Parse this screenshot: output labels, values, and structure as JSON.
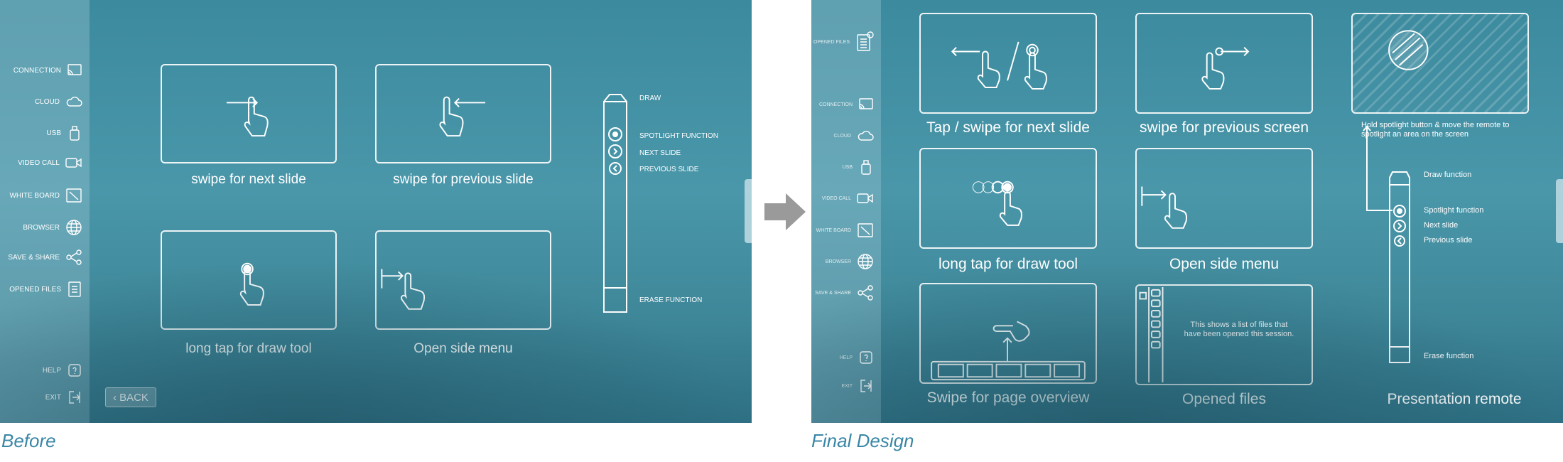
{
  "before": {
    "label": "Before",
    "sidebar": [
      "CONNECTION",
      "CLOUD",
      "USB",
      "VIDEO CALL",
      "WHITE BOARD",
      "BROWSER",
      "SAVE & SHARE",
      "OPENED FILES"
    ],
    "sidebar_bottom": [
      "HELP",
      "EXIT"
    ],
    "cards": [
      "swipe for next slide",
      "swipe for previous slide",
      "long tap for draw tool",
      "Open side menu"
    ],
    "remote_labels": [
      "DRAW",
      "SPOTLIGHT FUNCTION",
      "NEXT SLIDE",
      "PREVIOUS SLIDE",
      "ERASE FUNCTION"
    ],
    "back_label": "BACK"
  },
  "final": {
    "label": "Final Design",
    "sidebar": [
      "OPENED FILES",
      "CONNECTION",
      "CLOUD",
      "USB",
      "VIDEO CALL",
      "WHITE BOARD",
      "BROWSER",
      "SAVE & SHARE"
    ],
    "sidebar_bottom": [
      "HELP",
      "EXIT"
    ],
    "cards": [
      "Tap / swipe for next slide",
      "swipe for previous screen",
      "long tap for draw tool",
      "Open side menu",
      "Swipe for page overview",
      "Opened files",
      "Presentation remote"
    ],
    "spotlight_hint": "Hold spotlight button & move the remote to spotlight an area on the screen",
    "files_hint": "This shows a list of files that have been opened this session.",
    "remote_labels": [
      "Draw function",
      "Spotlight function",
      "Next slide",
      "Previous slide",
      "Erase function"
    ]
  }
}
